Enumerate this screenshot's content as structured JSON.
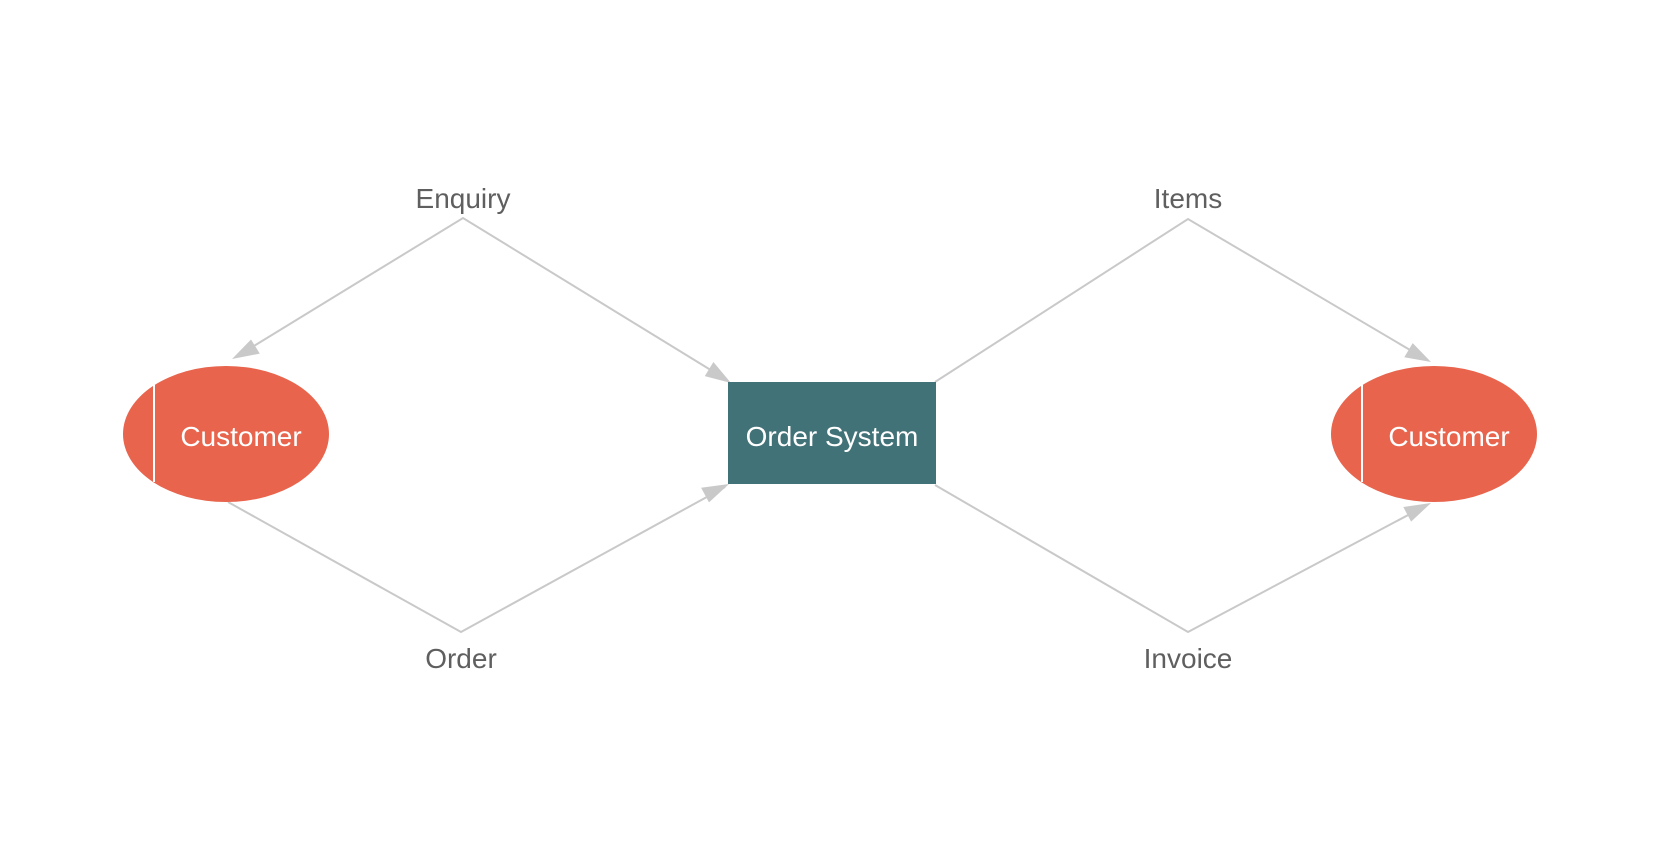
{
  "colors": {
    "entity_fill": "#e8644d",
    "process_fill": "#417277",
    "connector": "#c9c9c9",
    "label_text": "#5f5f5f",
    "node_text": "#ffffff"
  },
  "nodes": {
    "customer_left": {
      "label": "Customer",
      "shape": "ellipse"
    },
    "order_system": {
      "label": "Order System",
      "shape": "rectangle"
    },
    "customer_right": {
      "label": "Customer",
      "shape": "ellipse"
    }
  },
  "flows": {
    "enquiry": {
      "label": "Enquiry",
      "from": "order_system",
      "to": "customer_left"
    },
    "order": {
      "label": "Order",
      "from": "customer_left",
      "to": "order_system"
    },
    "items": {
      "label": "Items",
      "from": "order_system",
      "to": "customer_right"
    },
    "invoice": {
      "label": "Invoice",
      "from": "order_system",
      "to": "customer_right"
    }
  }
}
